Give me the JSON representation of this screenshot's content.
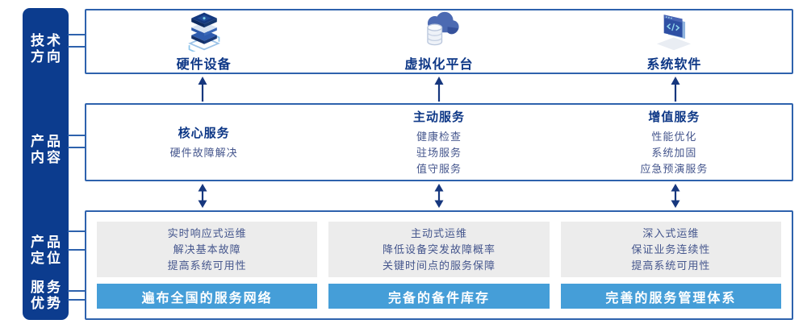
{
  "sidebar": {
    "items": [
      {
        "name": "tech-direction",
        "line1": "技术",
        "line2": "方向"
      },
      {
        "name": "product-content",
        "line1": "产品",
        "line2": "内容"
      },
      {
        "name": "product-positioning",
        "line1": "产品",
        "line2": "定位"
      },
      {
        "name": "service-advantage",
        "line1": "服务",
        "line2": "优势"
      }
    ]
  },
  "top": {
    "columns": [
      {
        "icon": "server-stack-icon",
        "label": "硬件设备"
      },
      {
        "icon": "cloud-database-icon",
        "label": "虚拟化平台"
      },
      {
        "icon": "code-window-icon",
        "label": "系统软件"
      }
    ]
  },
  "middle": {
    "columns": [
      {
        "title": "核心服务",
        "items": [
          "硬件故障解决"
        ]
      },
      {
        "title": "主动服务",
        "items": [
          "健康检查",
          "驻场服务",
          "值守服务"
        ]
      },
      {
        "title": "增值服务",
        "items": [
          "性能优化",
          "系统加固",
          "应急预演服务"
        ]
      }
    ]
  },
  "bottom": {
    "columns": [
      {
        "points": [
          "实时响应式运维",
          "解决基本故障",
          "提高系统可用性"
        ],
        "banner": "遍布全国的服务网络"
      },
      {
        "points": [
          "主动式运维",
          "降低设备突发故障概率",
          "关键时间点的服务保障"
        ],
        "banner": "完备的备件库存"
      },
      {
        "points": [
          "深入式运维",
          "保证业务连续性",
          "提高系统可用性"
        ],
        "banner": "完善的服务管理体系"
      }
    ]
  },
  "colors": {
    "sidebar_navy": "#0c3c8e",
    "box_border_blue": "#2e62ad",
    "title_navy": "#0d3786",
    "body_slate_blue": "#45568d",
    "banner_blue": "#459ed8",
    "panel_gray": "#ececec",
    "arrow_navy": "#16377e"
  }
}
